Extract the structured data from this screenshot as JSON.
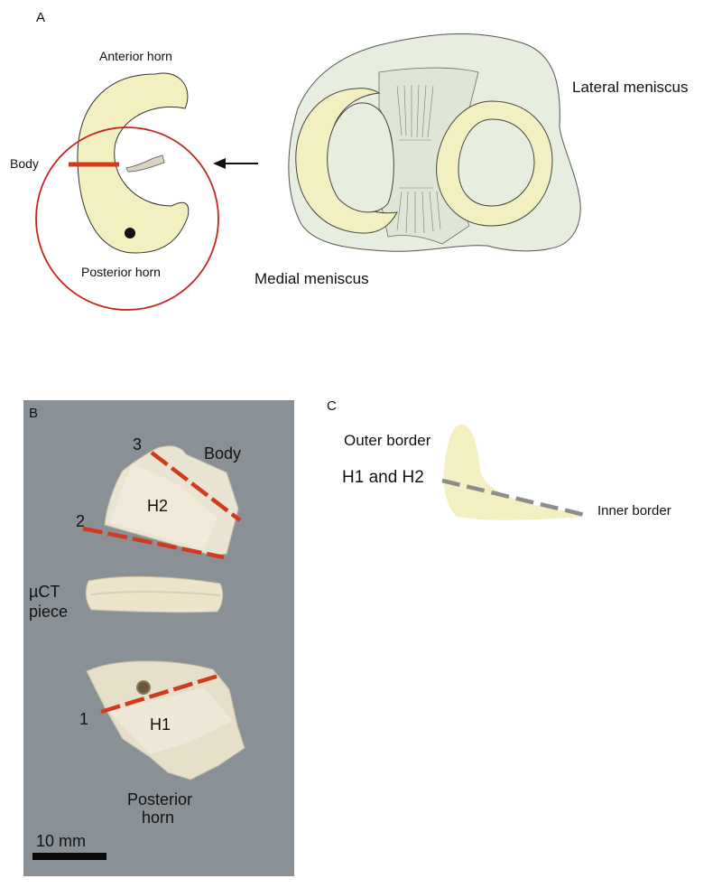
{
  "panel_a": {
    "letter": "A",
    "anterior_horn": "Anterior horn",
    "body": "Body",
    "posterior_horn": "Posterior horn",
    "lateral_meniscus": "Lateral meniscus",
    "medial_meniscus": "Medial meniscus"
  },
  "panel_b": {
    "letter": "B",
    "cut_3": "3",
    "body": "Body",
    "h2": "H2",
    "cut_2": "2",
    "uct_line1": "µCT",
    "uct_line2": "piece",
    "cut_1": "1",
    "h1": "H1",
    "posterior_line1": "Posterior",
    "posterior_line2": "horn",
    "scale_bar": "10 mm"
  },
  "panel_c": {
    "letter": "C",
    "outer_border": "Outer border",
    "h1_h2": "H1 and H2",
    "inner_border": "Inner border"
  },
  "colors": {
    "meniscus_fill": "#f2f0c0",
    "cut_line": "#d23a1e",
    "circle": "#c8231e",
    "panel_b_bg": "#8a9196",
    "section_line": "#8c8c8c"
  }
}
